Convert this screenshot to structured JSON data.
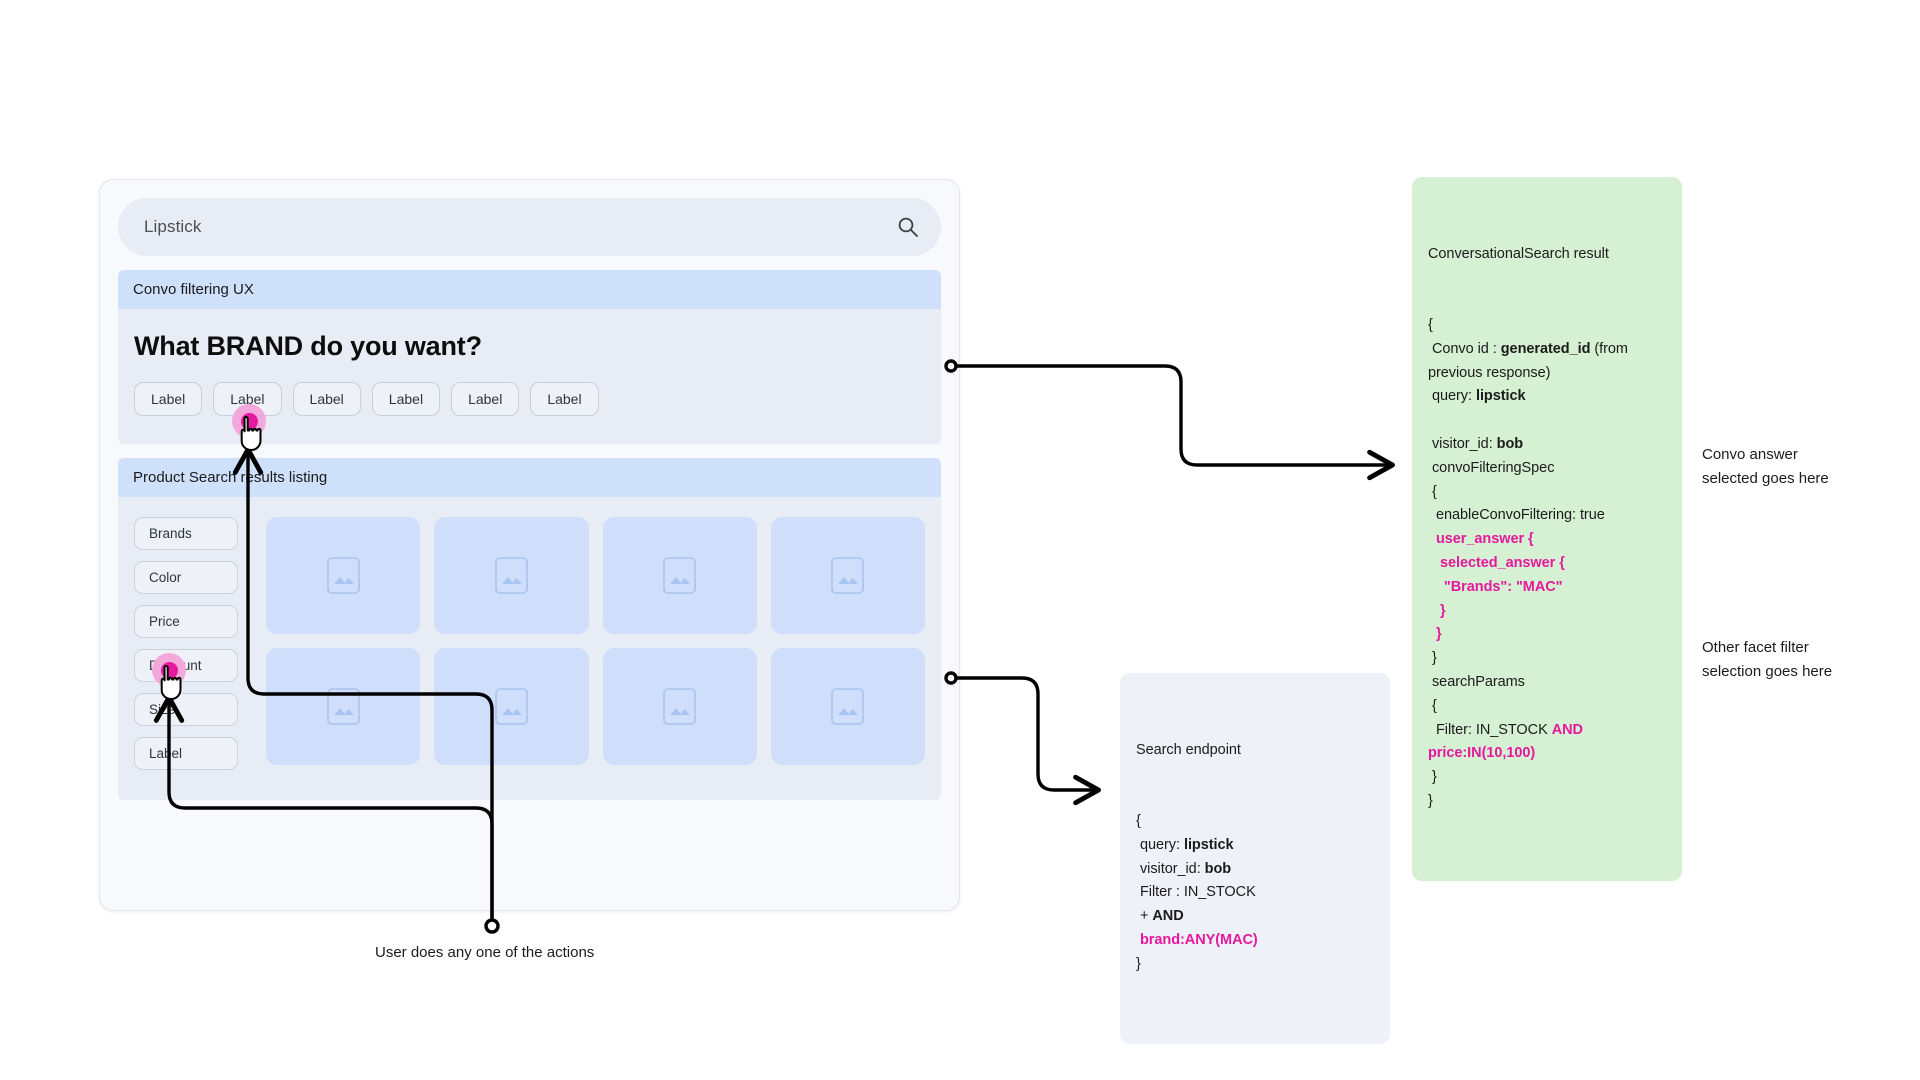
{
  "search": {
    "query": "Lipstick",
    "icon": "search-icon"
  },
  "convo_section": {
    "header": "Convo filtering UX",
    "question": "What BRAND do you want?",
    "chips": [
      "Label",
      "Label",
      "Label",
      "Label",
      "Label",
      "Label"
    ]
  },
  "listing_section": {
    "header": "Product Search results listing",
    "facets": [
      "Brands",
      "Color",
      "Price",
      "Discount",
      "Size",
      "Label"
    ],
    "cards": [
      {
        "icon": "image-placeholder-icon"
      },
      {
        "icon": "image-placeholder-icon"
      },
      {
        "icon": "image-placeholder-icon"
      },
      {
        "icon": "image-placeholder-icon"
      },
      {
        "icon": "image-placeholder-icon"
      },
      {
        "icon": "image-placeholder-icon"
      },
      {
        "icon": "image-placeholder-icon"
      },
      {
        "icon": "image-placeholder-icon"
      }
    ]
  },
  "conversational_search_result": {
    "title": "ConversationalSearch result",
    "lines": [
      [
        {
          "t": "{",
          "s": "plain"
        }
      ],
      [
        {
          "t": " Convo id : ",
          "s": "plain"
        },
        {
          "t": "generated_id",
          "s": "bold"
        },
        {
          "t": " (from previous response)",
          "s": "plain"
        }
      ],
      [
        {
          "t": " query: ",
          "s": "plain"
        },
        {
          "t": "lipstick",
          "s": "bold"
        }
      ],
      [
        {
          "t": "",
          "s": "plain"
        }
      ],
      [
        {
          "t": " visitor_id: ",
          "s": "plain"
        },
        {
          "t": "bob",
          "s": "bold"
        }
      ],
      [
        {
          "t": " convoFilteringSpec",
          "s": "plain"
        }
      ],
      [
        {
          "t": " {",
          "s": "plain"
        }
      ],
      [
        {
          "t": "  enableConvoFiltering: true",
          "s": "plain"
        }
      ],
      [
        {
          "t": "  user_answer {",
          "s": "pink"
        }
      ],
      [
        {
          "t": "   selected_answer {",
          "s": "pink"
        }
      ],
      [
        {
          "t": "    \"Brands\": \"MAC\"",
          "s": "pink"
        }
      ],
      [
        {
          "t": "   }",
          "s": "pink"
        }
      ],
      [
        {
          "t": "  }",
          "s": "pink"
        }
      ],
      [
        {
          "t": " }",
          "s": "plain"
        }
      ],
      [
        {
          "t": " searchParams",
          "s": "plain"
        }
      ],
      [
        {
          "t": " {",
          "s": "plain"
        }
      ],
      [
        {
          "t": "  Filter: IN_STOCK ",
          "s": "plain"
        },
        {
          "t": "AND price:IN(10,100)",
          "s": "pink"
        }
      ],
      [
        {
          "t": " }",
          "s": "plain"
        }
      ],
      [
        {
          "t": "}",
          "s": "plain"
        }
      ]
    ]
  },
  "search_endpoint": {
    "title": "Search endpoint",
    "lines": [
      [
        {
          "t": "{",
          "s": "plain"
        }
      ],
      [
        {
          "t": " query: ",
          "s": "plain"
        },
        {
          "t": "lipstick",
          "s": "bold"
        }
      ],
      [
        {
          "t": " visitor_id: ",
          "s": "plain"
        },
        {
          "t": "bob",
          "s": "bold"
        }
      ],
      [
        {
          "t": " Filter : IN_STOCK",
          "s": "plain"
        }
      ],
      [
        {
          "t": " + ",
          "s": "plain"
        },
        {
          "t": "AND",
          "s": "bold"
        }
      ],
      [
        {
          "t": " brand:ANY(MAC)",
          "s": "pink"
        }
      ],
      [
        {
          "t": "}",
          "s": "plain"
        }
      ]
    ]
  },
  "notes": {
    "convo_answer": "Convo answer selected goes here",
    "facet_filter": "Other facet filter selection goes here",
    "caption": "User does any one of the actions"
  },
  "colors": {
    "accent_pink": "#e5189e",
    "ripple_halo": "#f2a8da",
    "section_header_blue": "#cfe0fb",
    "section_body": "#e8ecf5",
    "card_blue": "#cfdffb",
    "green_panel": "#d5f0d2",
    "gray_panel": "#eef1f7"
  }
}
